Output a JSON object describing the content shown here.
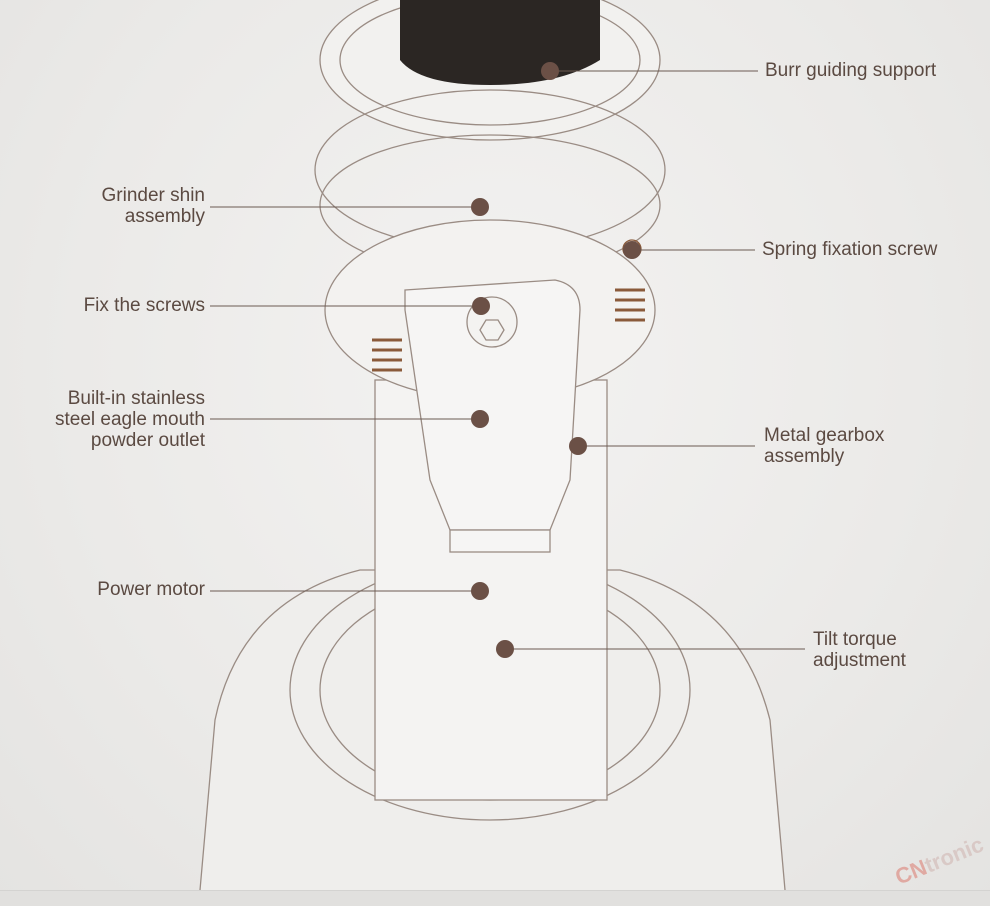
{
  "labels": {
    "burr_guiding_support": "Burr guiding support",
    "grinder_shin_assembly": "Grinder shin\nassembly",
    "spring_fixation_screw": "Spring fixation screw",
    "fix_the_screws": "Fix the screws",
    "powder_outlet": "Built-in stainless\nsteel eagle mouth\npowder outlet",
    "metal_gearbox": "Metal gearbox\nassembly",
    "power_motor": "Power motor",
    "tilt_torque": "Tilt torque\nadjustment"
  },
  "watermark": {
    "brand_prefix": "CN",
    "brand_suffix": "tronic"
  },
  "colors": {
    "dot": "#6b5046",
    "leader": "#6b5a52",
    "text": "#5b4a42",
    "outline": "#9a8c84"
  }
}
